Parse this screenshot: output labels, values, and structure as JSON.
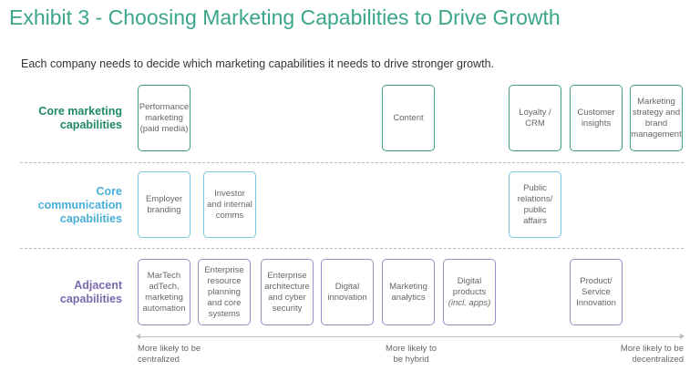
{
  "title": "Exhibit 3 - Choosing Marketing Capabilities to Drive Growth",
  "subtitle": "Each company needs to decide which marketing capabilities it needs to drive stronger growth.",
  "rows": {
    "core_marketing": "Core marketing capabilities",
    "core_communication": "Core communication capabilities",
    "adjacent": "Adjacent capabilities"
  },
  "boxes": {
    "performance": "Performance marketing (paid media)",
    "content": "Content",
    "loyalty": "Loyalty / CRM",
    "customer": "Customer insights",
    "strategy": "Marketing strategy and brand management",
    "employer": "Employer branding",
    "investor": "Investor and internal comms",
    "pr": "Public relations/ public affairs",
    "martech": "MarTech adTech, marketing automation",
    "erp": "Enterprise resource planning and core systems",
    "architecture": "Enterprise architecture and cyber security",
    "digital_innovation": "Digital innovation",
    "analytics": "Marketing analytics",
    "digital_products": "Digital products",
    "digital_products_note": "(incl. apps)",
    "product_innovation": "Product/ Service Innovation"
  },
  "axis": {
    "left": "More likely to be centralized",
    "middle": "More likely to be hybrid",
    "right": "More likely to be decentralized"
  }
}
